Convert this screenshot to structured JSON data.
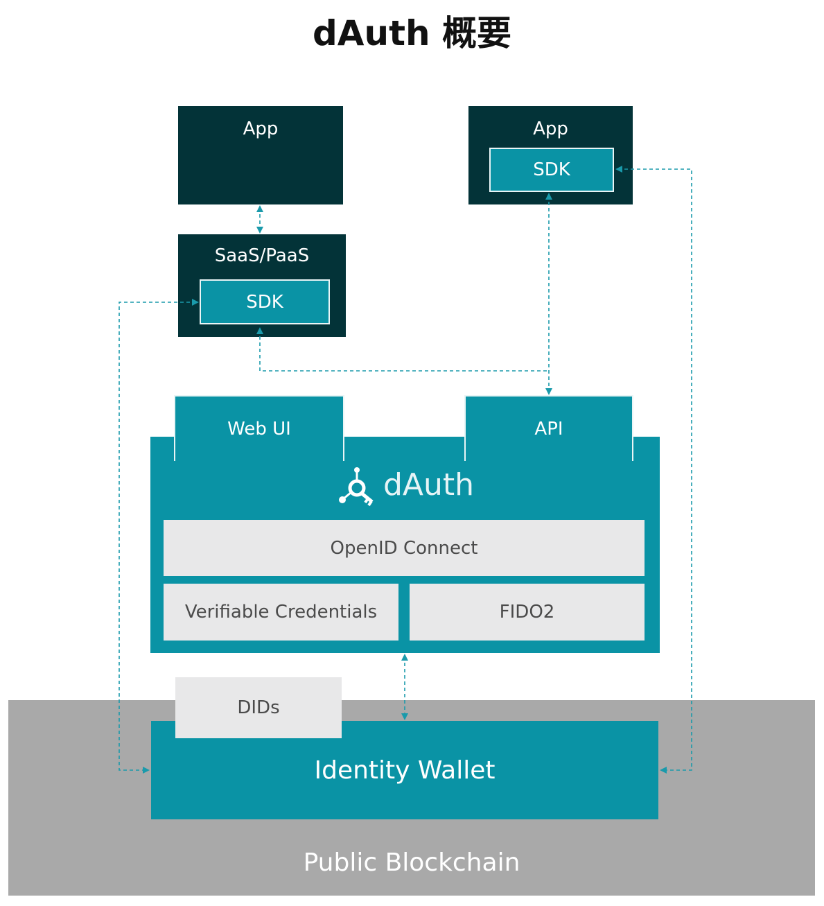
{
  "title": "dAuth 概要",
  "nodes": {
    "app_left": "App",
    "app_right": "App",
    "sdk_app_right": "SDK",
    "saas_paas": "SaaS/PaaS",
    "sdk_saas": "SDK",
    "web_ui": "Web UI",
    "api": "API",
    "dauth_logo_text": "dAuth",
    "openid_connect": "OpenID Connect",
    "verifiable_credentials": "Verifiable Credentials",
    "fido2": "FIDO2",
    "dids": "DIDs",
    "identity_wallet": "Identity Wallet",
    "public_blockchain": "Public Blockchain"
  },
  "colors": {
    "dark": "#033338",
    "teal": "#0a93a5",
    "grey": "#a9a9a9",
    "light": "#e8e8e9",
    "connector": "#1a9aab"
  }
}
